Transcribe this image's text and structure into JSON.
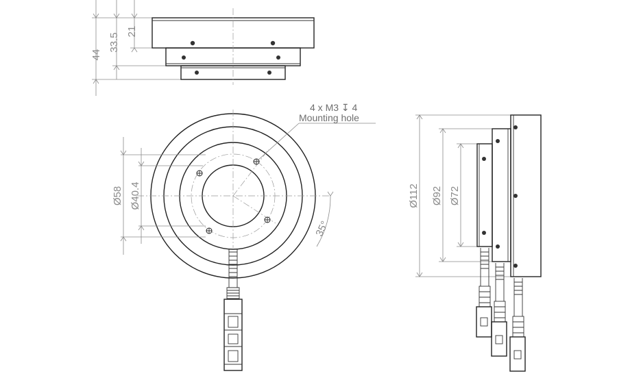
{
  "top_view": {
    "dims": [
      "44",
      "33.5",
      "21"
    ]
  },
  "front_view": {
    "dims": [
      "Ø58",
      "Ø40.4"
    ],
    "angle": "35°",
    "note_line1": "4 x M3",
    "note_depth_symbol": "↧",
    "note_depth": "4",
    "note_line2": "Mounting hole"
  },
  "side_view": {
    "dims": [
      "Ø112",
      "Ø92",
      "Ø72"
    ]
  }
}
